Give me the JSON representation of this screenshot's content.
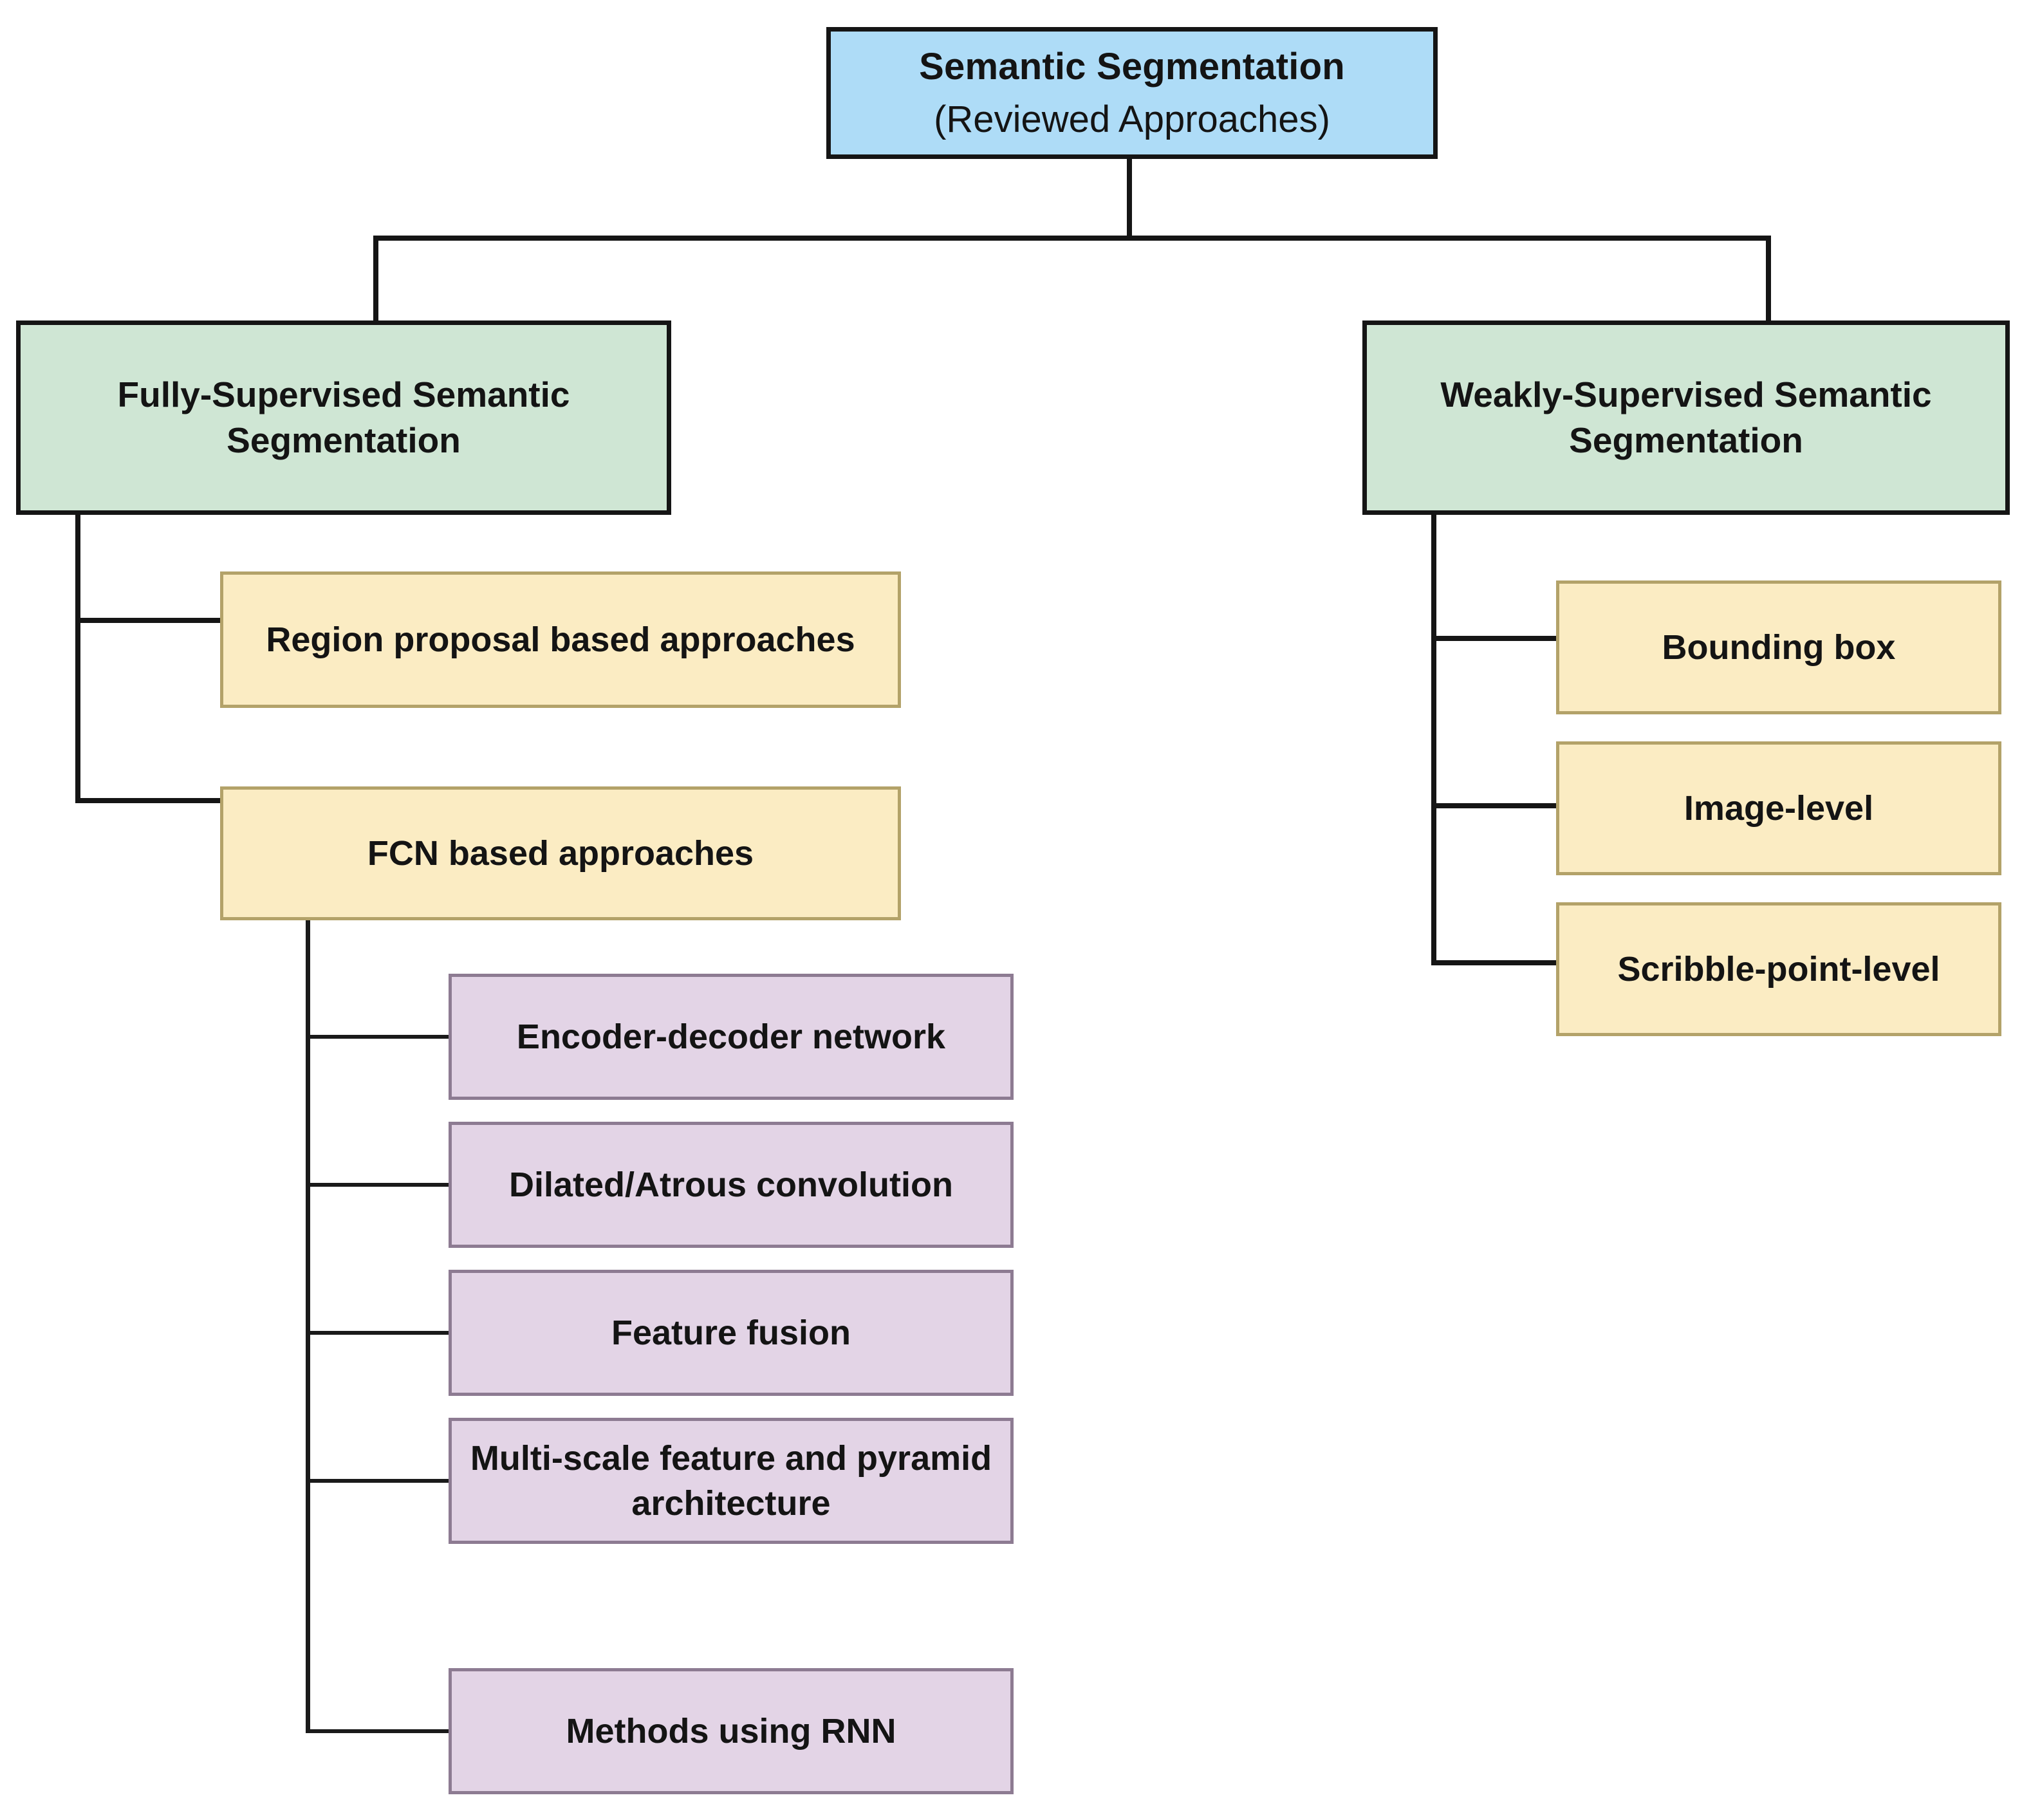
{
  "diagram": {
    "title": "Semantic Segmentation (Reviewed Approaches)",
    "type": "tree-taxonomy",
    "colors": {
      "root_fill": "#aedcf7",
      "level1_fill": "#cfe6d4",
      "level2_fill": "#fbecc3",
      "level3_fill": "#e3d4e6",
      "root_border": "#151515",
      "level1_border": "#151515",
      "level2_border": "#b3a269",
      "level3_border": "#8d7b92",
      "connector": "#151515",
      "background": "#ffffff",
      "text": "#141414"
    },
    "root": {
      "line1": "Semantic Segmentation",
      "line2": "(Reviewed Approaches)"
    },
    "branches": [
      {
        "id": "fully-supervised",
        "label": "Fully-Supervised Semantic Segmentation",
        "children": [
          {
            "id": "region-proposal",
            "label": "Region proposal based approaches",
            "children": []
          },
          {
            "id": "fcn-based",
            "label": "FCN based approaches",
            "children": [
              {
                "id": "encoder-decoder",
                "label": "Encoder-decoder network"
              },
              {
                "id": "dilated-atrous",
                "label": "Dilated/Atrous convolution"
              },
              {
                "id": "feature-fusion",
                "label": "Feature fusion"
              },
              {
                "id": "multi-scale-pyramid",
                "label": "Multi-scale feature and pyramid architecture"
              },
              {
                "id": "rnn-methods",
                "label": "Methods using RNN"
              }
            ]
          }
        ]
      },
      {
        "id": "weakly-supervised",
        "label": "Weakly-Supervised Semantic Segmentation",
        "children": [
          {
            "id": "bounding-box",
            "label": "Bounding box",
            "children": []
          },
          {
            "id": "image-level",
            "label": "Image-level",
            "children": []
          },
          {
            "id": "scribble-point-level",
            "label": "Scribble-point-level",
            "children": []
          }
        ]
      }
    ]
  }
}
